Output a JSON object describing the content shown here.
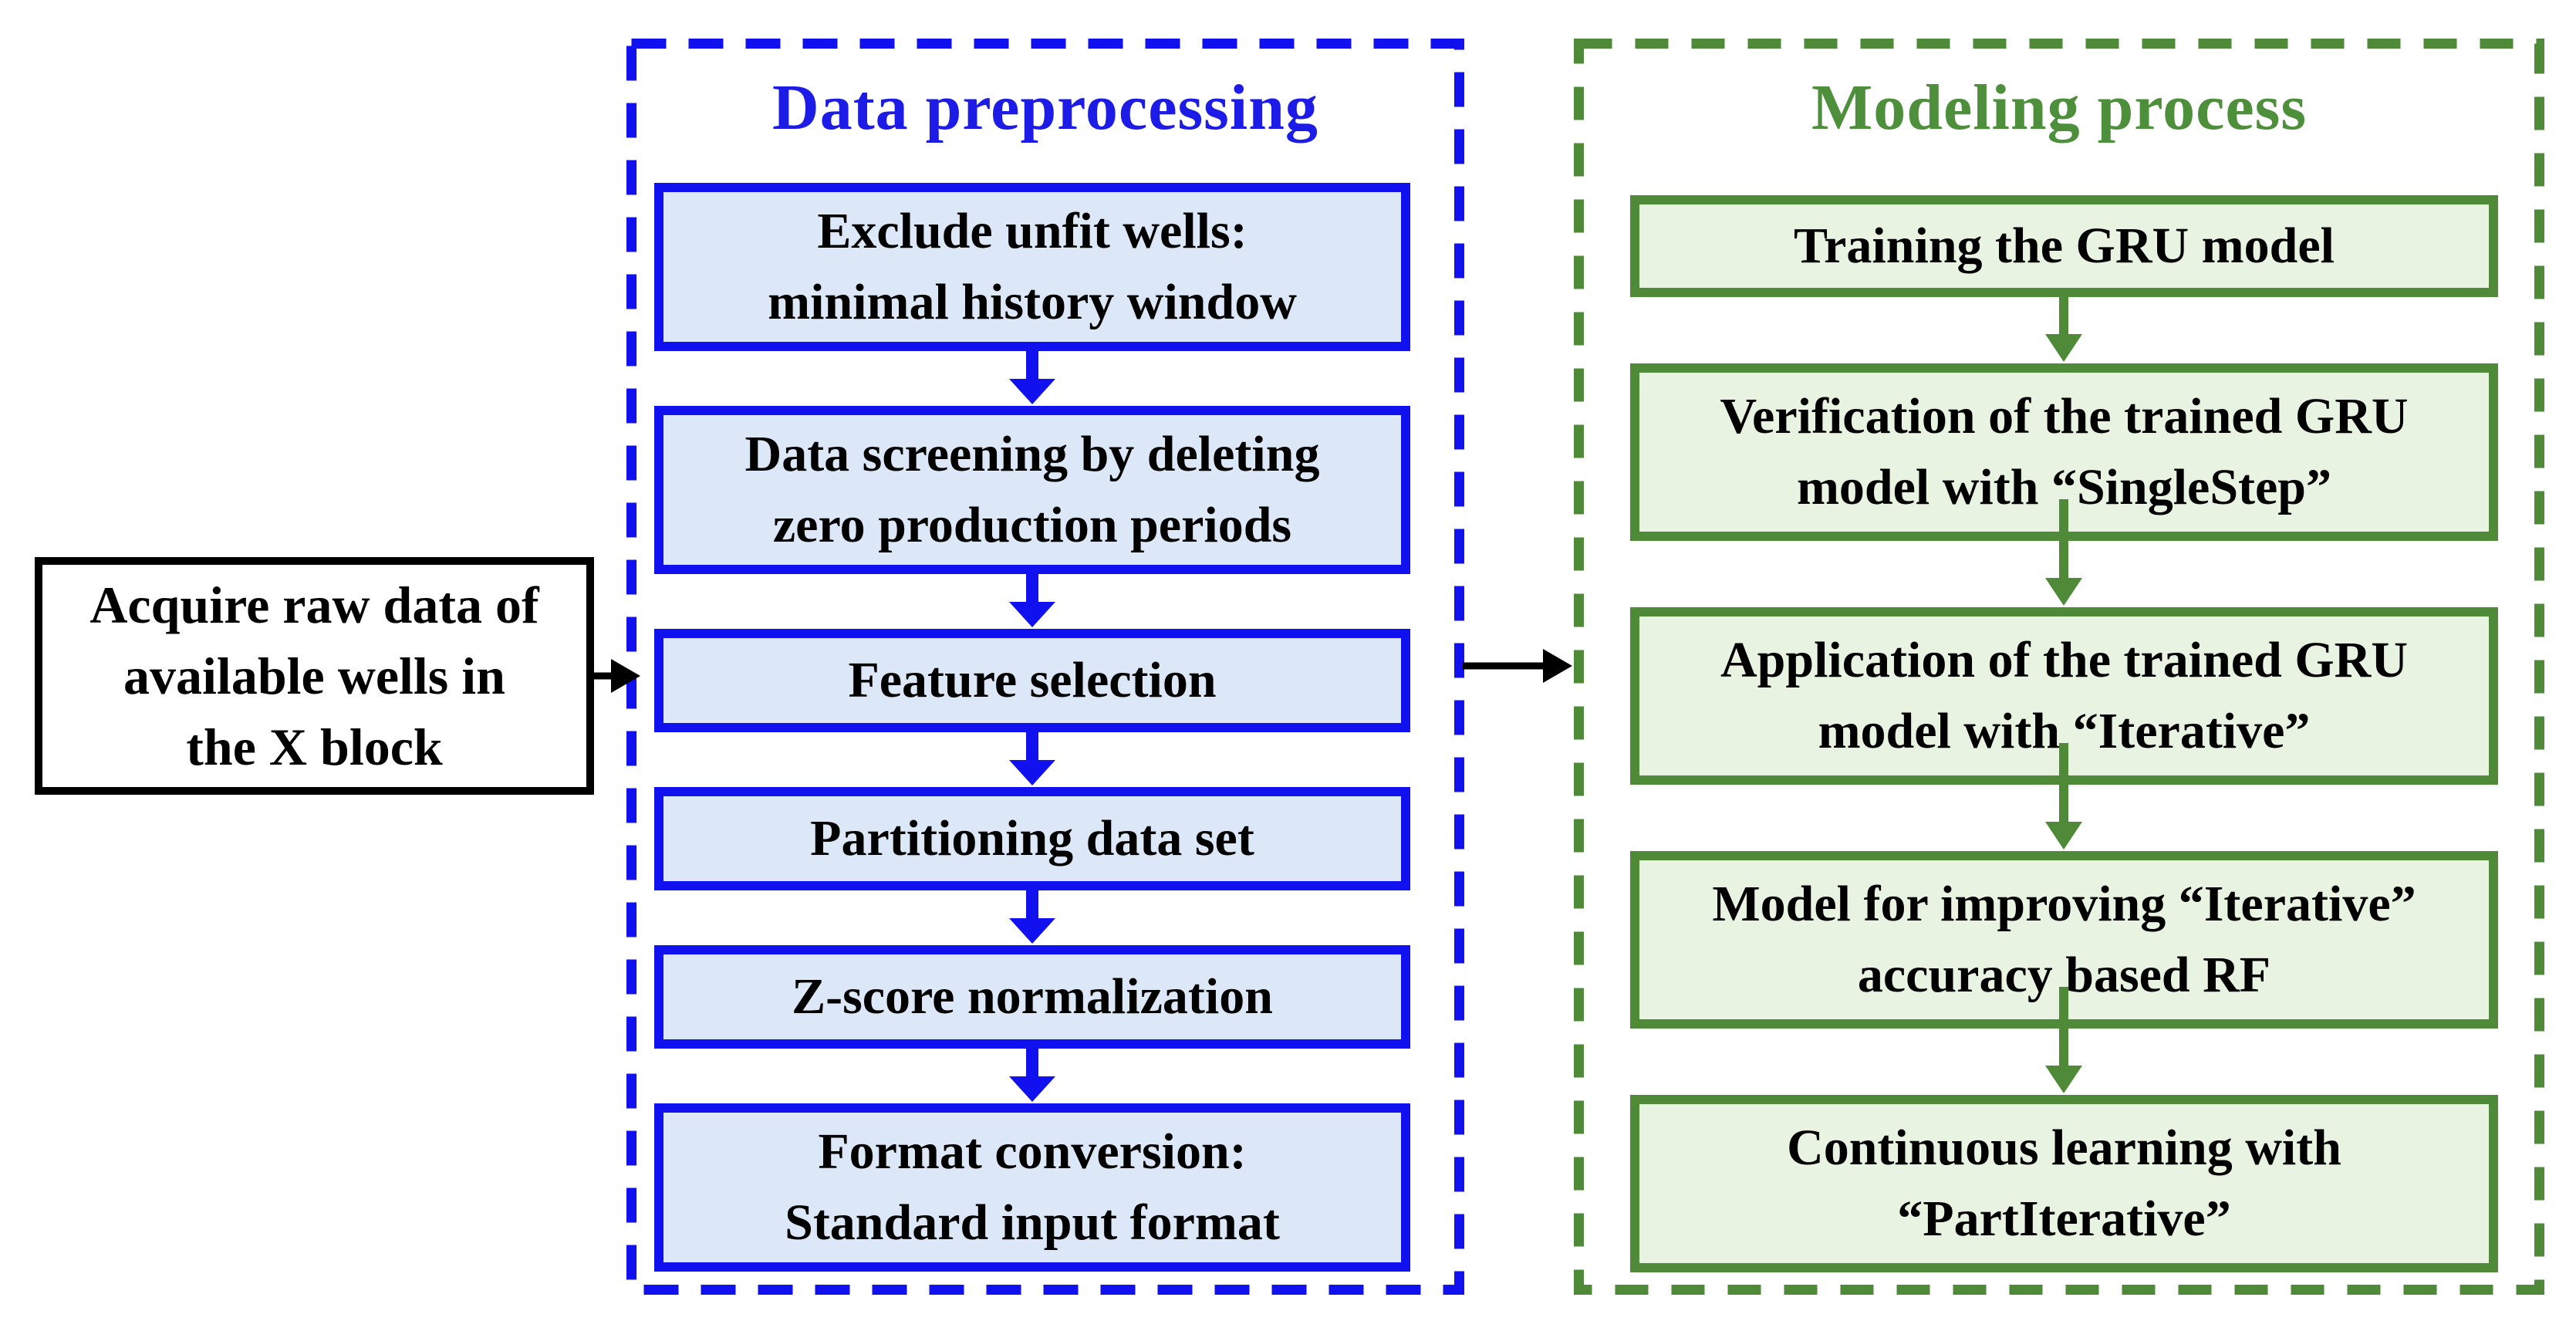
{
  "figure": {
    "background": "#ffffff",
    "colors": {
      "preprocessing_accent": "#1111ef",
      "preprocessing_title": "#1c1ce6",
      "preprocessing_fill": "#dce8f7",
      "modeling_accent": "#4e8a37",
      "modeling_title": "#4e8f3c",
      "modeling_fill": "#e9f3e2",
      "source_accent": "#000000",
      "text": "#000000"
    }
  },
  "source_box": {
    "lines": [
      "Acquire raw data of",
      "available wells in",
      "the X block"
    ]
  },
  "preprocessing": {
    "title": "Data preprocessing",
    "steps": [
      {
        "lines": [
          "Exclude unfit wells:",
          "minimal history window"
        ]
      },
      {
        "lines": [
          "Data screening by deleting",
          "zero production periods"
        ]
      },
      {
        "lines": [
          "Feature selection"
        ]
      },
      {
        "lines": [
          "Partitioning data set"
        ]
      },
      {
        "lines": [
          "Z-score normalization"
        ]
      },
      {
        "lines": [
          "Format conversion:",
          "Standard input format"
        ]
      }
    ]
  },
  "modeling": {
    "title": "Modeling process",
    "steps": [
      {
        "lines": [
          "Training the GRU model"
        ]
      },
      {
        "lines": [
          "Verification of the trained GRU",
          "model with  “SingleStep”"
        ]
      },
      {
        "lines": [
          "Application of the trained GRU",
          "model with “Iterative”"
        ]
      },
      {
        "lines": [
          "Model for improving “Iterative”",
          "accuracy based RF"
        ]
      },
      {
        "lines": [
          "Continuous learning with",
          "“PartIterative”"
        ]
      }
    ]
  }
}
